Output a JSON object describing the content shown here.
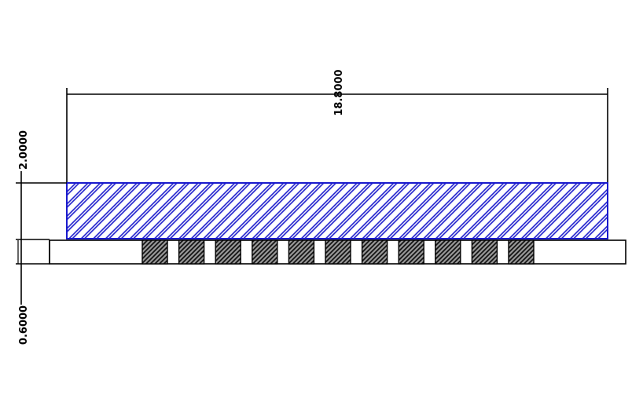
{
  "dimensions": {
    "overall_width": "18.8000",
    "layer_height": "2.0000",
    "base_height": "0.6000"
  },
  "colors": {
    "hatch_layer": "#1a1acc",
    "line": "#000000",
    "pad_fill": "#2a2a2a",
    "background": "#ffffff"
  },
  "pads": {
    "count": 11
  }
}
